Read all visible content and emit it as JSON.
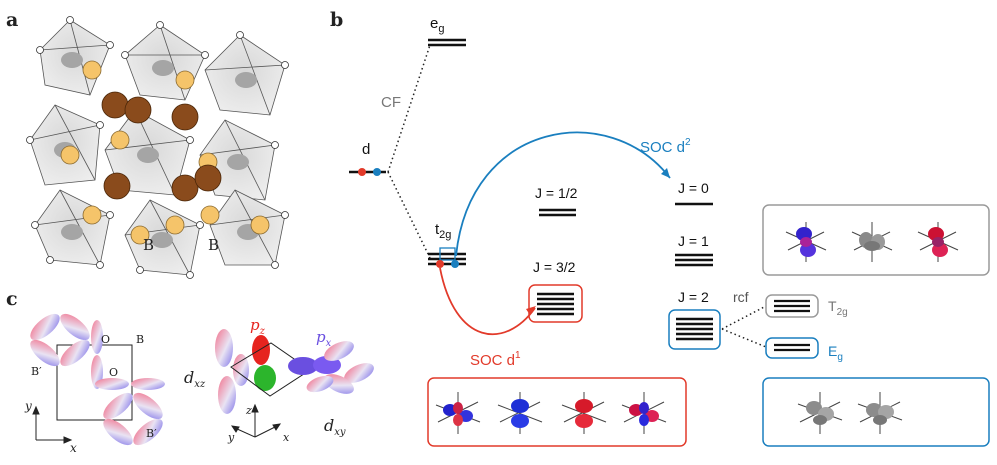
{
  "panels": {
    "a": "a",
    "b": "b",
    "c": "c"
  },
  "panel_a": {
    "b_label_1": "B",
    "b_label_2": "B"
  },
  "panel_b": {
    "eg": "e",
    "eg_sub": "g",
    "cf": "CF",
    "d": "d",
    "t2g": "t",
    "t2g_sub": "2g",
    "soc_d2": "SOC d",
    "soc_d2_sup": "2",
    "soc_d1": "SOC d",
    "soc_d1_sup": "1",
    "j_half": "J = 1/2",
    "j_three_half": "J = 3/2",
    "j0": "J = 0",
    "j1": "J = 1",
    "j2": "J = 2",
    "rcf": "rcf",
    "T2g": "T",
    "T2g_sub": "2g",
    "Eg": "E",
    "Eg_sub": "g"
  },
  "panel_c": {
    "o_top": "O",
    "b_top": "B",
    "b_prime_left": "B′",
    "o_mid": "O",
    "b_prime_bottom": "B′",
    "axis_y": "y",
    "axis_x": "x",
    "pz": "p",
    "pz_sub": "z",
    "px": "p",
    "px_sub": "x",
    "dxz": "d",
    "dxz_sub": "xz",
    "dxy": "d",
    "dxy_sub": "xy",
    "axis3_z": "z",
    "axis3_y": "y",
    "axis3_x": "x"
  },
  "colors": {
    "red": "#e23a2a",
    "blue": "#1a7fbf",
    "gray_box": "#9a9a9a",
    "tan": "#f5c46a",
    "brown": "#8a4b1c"
  }
}
